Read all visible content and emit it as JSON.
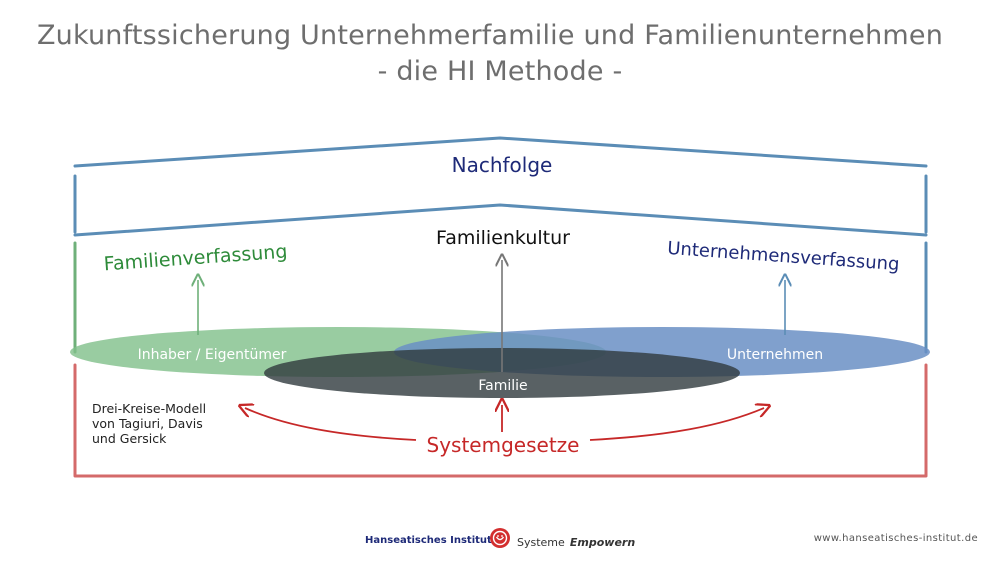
{
  "title": {
    "line1": "Zukunftssicherung Unternehmerfamilie und Familienunternehmen",
    "line2": "- die HI Methode -"
  },
  "diagram": {
    "roof_label": "Nachfolge",
    "culture_label": "Familienkultur",
    "left_label": "Familienverfassung",
    "right_label": "Unternehmensverfassung",
    "circle_owner": "Inhaber / Eigentümer",
    "circle_company": "Unternehmen",
    "circle_family": "Familie",
    "model_note": [
      "Drei-Kreise-Modell",
      "von Tagiuri, Davis",
      "und Gersick"
    ],
    "system_label": "Systemgesetze"
  },
  "footer": {
    "brand": "Hanseatisches Institut",
    "tagline_plain": "Systeme",
    "tagline_italic": "Empowern",
    "website": "www.hanseatisches-institut.de"
  },
  "colors": {
    "blue_frame": "#5b8db6",
    "green_frame": "#6fb07a",
    "red_frame": "#d46a6a",
    "navy_text": "#1e2a78",
    "green_text": "#2e8b3a",
    "red_text": "#c62828"
  }
}
